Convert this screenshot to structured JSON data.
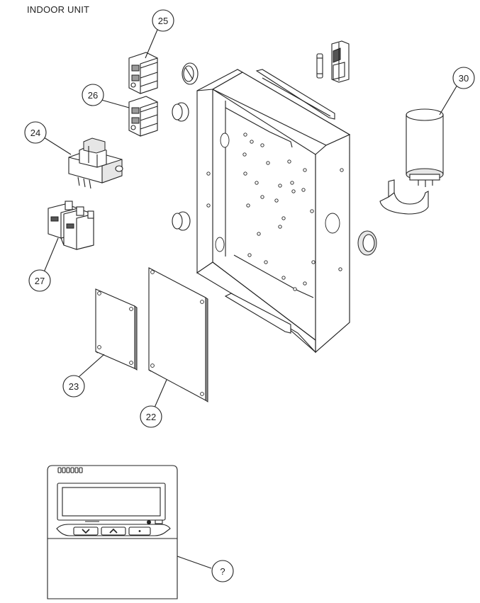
{
  "title": "INDOOR UNIT",
  "callouts": [
    {
      "id": "callout-25",
      "label": "25"
    },
    {
      "id": "callout-26",
      "label": "26"
    },
    {
      "id": "callout-24",
      "label": "24"
    },
    {
      "id": "callout-27",
      "label": "27"
    },
    {
      "id": "callout-23",
      "label": "23"
    },
    {
      "id": "callout-22",
      "label": "22"
    },
    {
      "id": "callout-30",
      "label": "30"
    },
    {
      "id": "callout-unknown",
      "label": "?"
    }
  ]
}
